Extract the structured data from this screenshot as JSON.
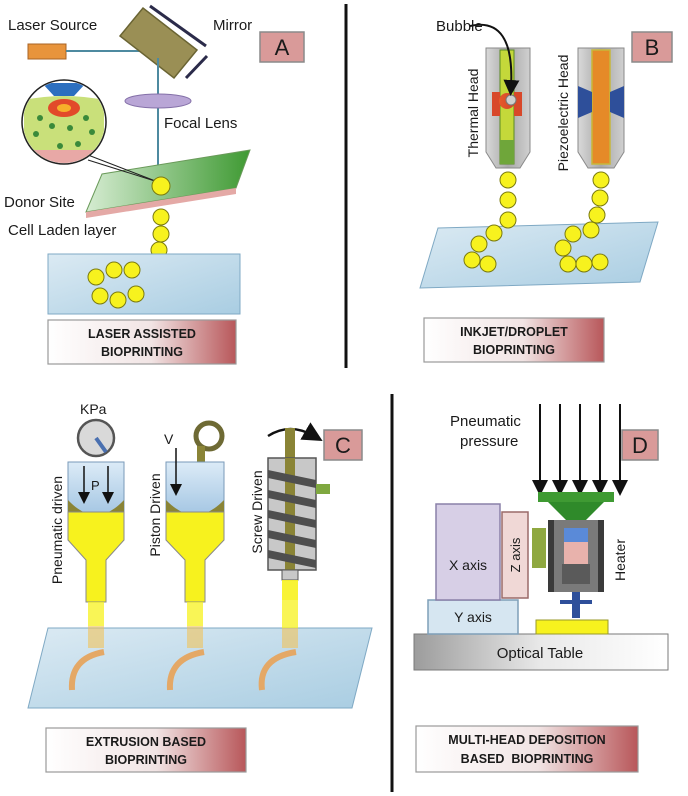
{
  "panels": {
    "a": {
      "letter": "A",
      "caption_line1": "LASER ASSISTED",
      "caption_line2": "BIOPRINTING",
      "labels": {
        "laser_source": "Laser Source",
        "mirror": "Mirror",
        "focal_lens": "Focal Lens",
        "donor_site": "Donor Site",
        "cell_laden_layer": "Cell Laden layer"
      }
    },
    "b": {
      "letter": "B",
      "caption_line1": "INKJET/DROPLET",
      "caption_line2": "BIOPRINTING",
      "labels": {
        "bubble": "Bubble",
        "thermal_head": "Thermal Head",
        "piezoelectric_head": "Piezoelectric Head"
      }
    },
    "c": {
      "letter": "C",
      "caption_line1": "EXTRUSION BASED",
      "caption_line2": "BIOPRINTING",
      "labels": {
        "kpa": "KPa",
        "p": "P",
        "v": "V",
        "pneumatic_driven": "Pneumatic  driven",
        "piston_driven": "Piston Driven",
        "screw_driven": "Screw Driven"
      }
    },
    "d": {
      "letter": "D",
      "caption_line1": "MULTI-HEAD DEPOSITION",
      "caption_line2": "BASED  BIOPRINTING",
      "labels": {
        "pneumatic": "Pneumatic",
        "pressure": "pressure",
        "x_axis": "X axis",
        "y_axis": "Y axis",
        "z_axis": "Z axis",
        "heater": "Heater",
        "optical_table": "Optical Table"
      }
    }
  },
  "colors": {
    "droplet": "#f7f21e",
    "letter_box": "#d99a99",
    "substrate": "#bcd7e8",
    "nozzle_gray": "#b9b9b9",
    "green": "#5aa83a",
    "orange_laser": "#e8943c",
    "mirror": "#9a8f55",
    "lens": "#b9a6d6",
    "arc": "#e4a866",
    "caption_grad_start": "#ffffff",
    "caption_grad_end": "#b8575a"
  }
}
